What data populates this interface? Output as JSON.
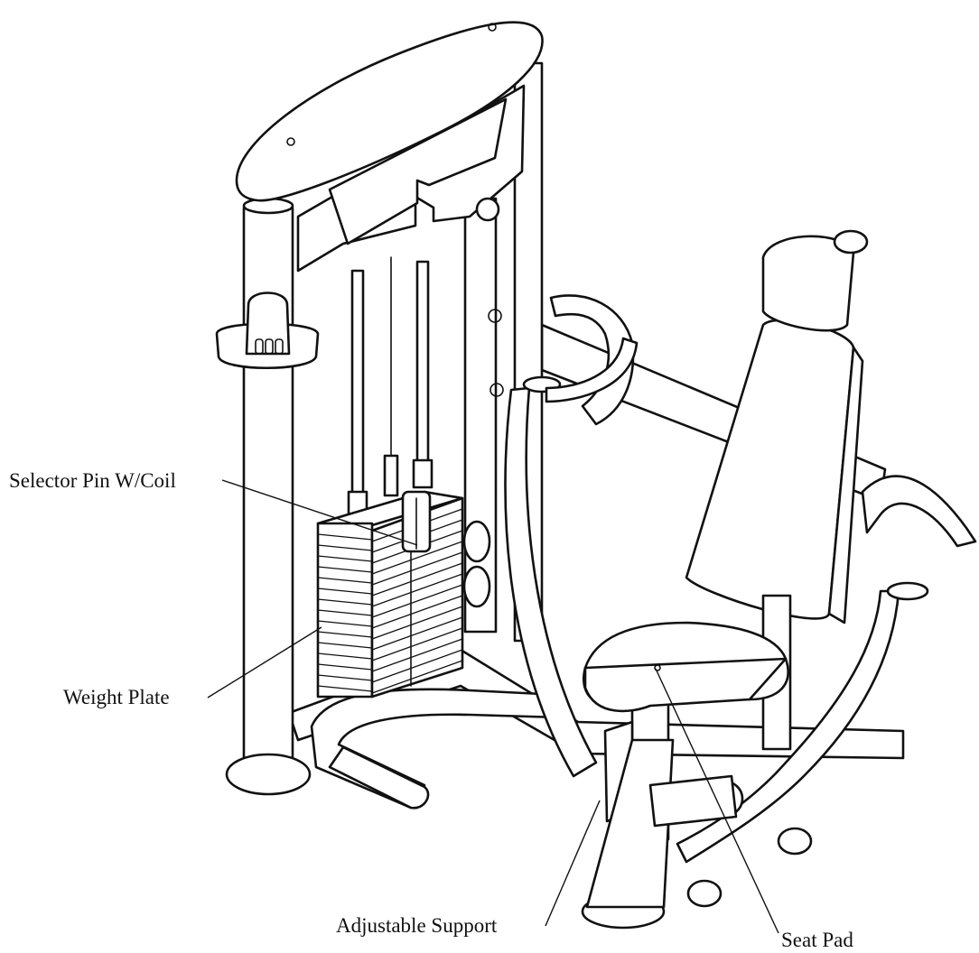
{
  "labels": {
    "selector_pin": "Selector Pin W/Coil",
    "weight_plate": "Weight Plate",
    "adjustable_support": "Adjustable Support",
    "seat_pad": "Seat Pad"
  },
  "colors": {
    "line": "#111111",
    "background": "#ffffff"
  }
}
